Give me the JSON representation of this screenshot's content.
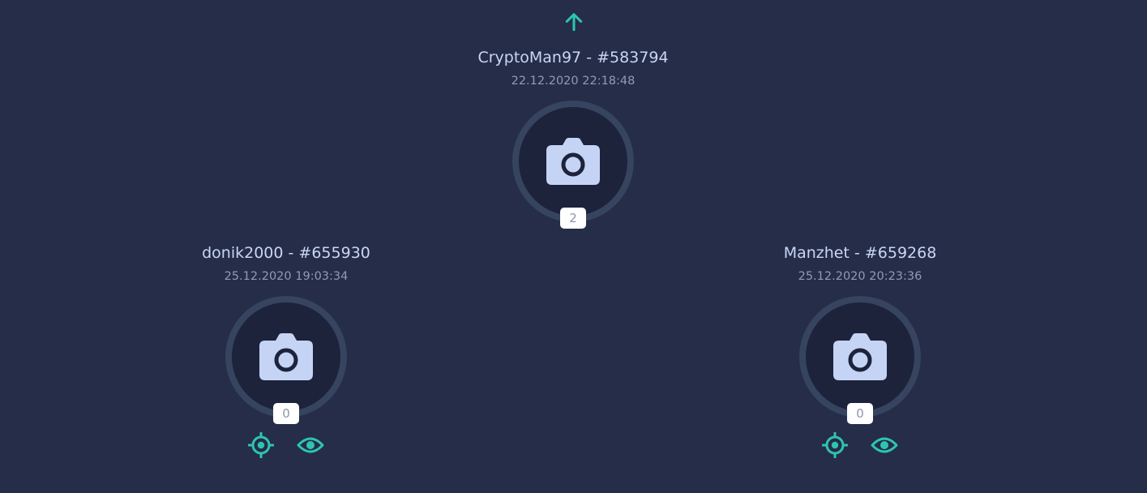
{
  "colors": {
    "background": "#252d48",
    "accent": "#2ec4b0",
    "name_text": "#c9d6f5",
    "date_text": "#8e9bb8",
    "avatar_ring": "#36445f",
    "avatar_fill": "#1c233b",
    "camera": "#c5d3f5"
  },
  "navigation": {
    "up_icon": "arrow-up-icon"
  },
  "root": {
    "name": "CryptoMan97 - #583794",
    "date": "22.12.2020 22:18:48",
    "count": "2",
    "icon": "camera-icon"
  },
  "children": [
    {
      "name": "donik2000 - #655930",
      "date": "25.12.2020 19:03:34",
      "count": "0",
      "icon": "camera-icon",
      "actions": [
        "target-icon",
        "eye-icon"
      ]
    },
    {
      "name": "Manzhet - #659268",
      "date": "25.12.2020 20:23:36",
      "count": "0",
      "icon": "camera-icon",
      "actions": [
        "target-icon",
        "eye-icon"
      ]
    }
  ]
}
